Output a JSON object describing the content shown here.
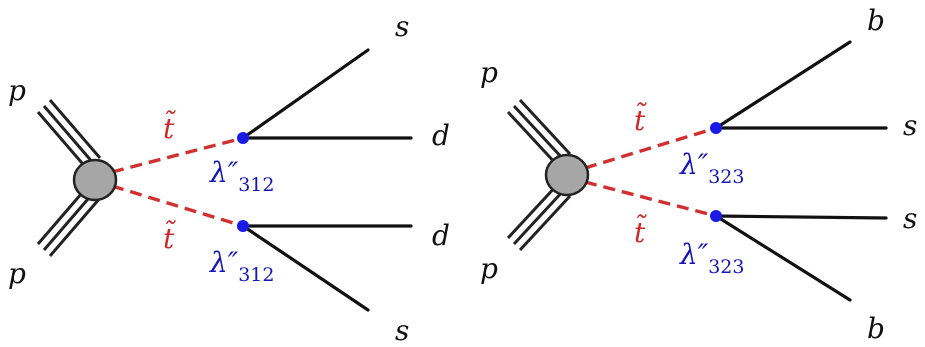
{
  "diagrams": [
    {
      "beams": [
        "p",
        "p"
      ],
      "stops": [
        "t̃",
        "t̃"
      ],
      "upper": {
        "coupling": "λ″",
        "index": "312",
        "quarks": [
          "s",
          "d"
        ]
      },
      "lower": {
        "coupling": "λ″",
        "index": "312",
        "quarks": [
          "d",
          "s"
        ]
      }
    },
    {
      "beams": [
        "p",
        "p"
      ],
      "stops": [
        "t̃",
        "t̃"
      ],
      "upper": {
        "coupling": "λ″",
        "index": "323",
        "quarks": [
          "b",
          "s"
        ]
      },
      "lower": {
        "coupling": "λ″",
        "index": "323",
        "quarks": [
          "s",
          "b"
        ]
      }
    }
  ],
  "colors": {
    "stop": "#d03030",
    "coupling": "#1515b8",
    "vertex": "#1a1ae6",
    "blob": "#a6a6a6"
  }
}
